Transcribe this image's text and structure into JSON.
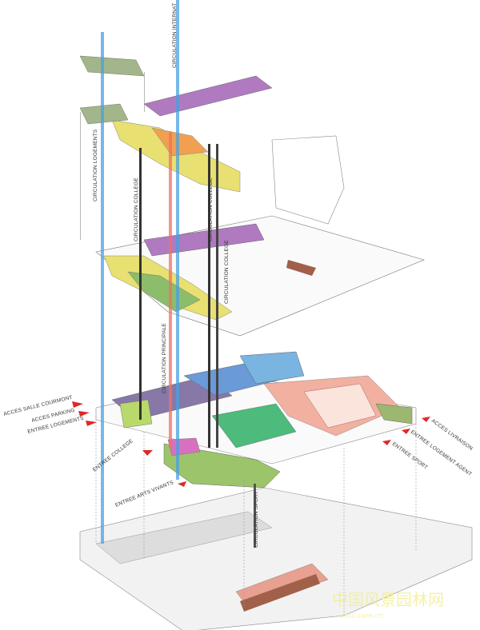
{
  "circulation_labels": {
    "internat": "CIRCULATION INTERNAT",
    "logements": "CIRCULATION LOGEMENTS",
    "college_1": "CIRCULATION COLLEGE",
    "college_2": "CIRCULATION COLLEGE",
    "college_3": "CIRCULATION COLLEGE",
    "principale": "CIRCULATION PRINCIPALE",
    "sport": "CIRCULATION SPORT"
  },
  "entrances_left": {
    "salle": "ACCES SALLE COURMONT",
    "parking": "ACCES PARKING",
    "logements": "ENTREE LOGEMENTS",
    "college": "ENTREE COLLEGE",
    "arts": "ENTREE ARTS VIVANTS"
  },
  "entrances_right": {
    "livraison": "ACCES LIVRAISON",
    "agent": "ENTREE LOGEMENT AGENT",
    "sport": "ENTREE SPORT"
  },
  "watermark": {
    "cn": "中国风景园林网",
    "url": "chla.com.cn"
  },
  "colors": {
    "purple": "#b07ac0",
    "yellow": "#e8e070",
    "orange": "#f0a050",
    "green": "#9cc46a",
    "olive": "#a3b58a",
    "blue": "#7ab4e0",
    "salmon": "#f2b0a0",
    "brown": "#b06a4a",
    "arrow": "#e02828",
    "blue_line": "#4aa0e0",
    "red_line": "#f07060"
  }
}
